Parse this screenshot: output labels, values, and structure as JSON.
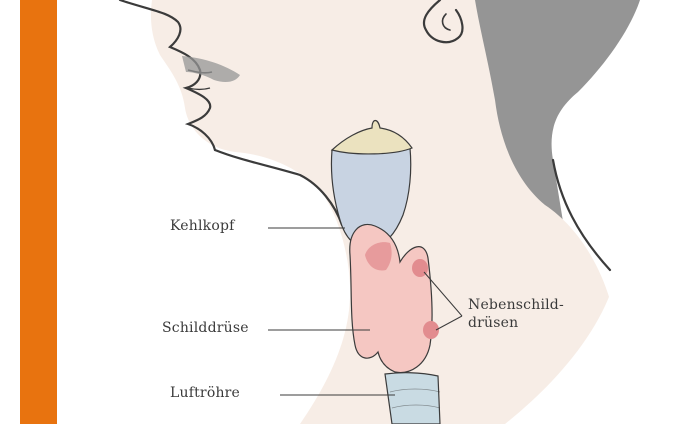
{
  "labels": {
    "larynx": "Kehlkopf",
    "thyroid": "Schilddrüse",
    "trachea": "Luftröhre",
    "parathyroid_line1": "Nebenschild-",
    "parathyroid_line2": "drüsen"
  },
  "colors": {
    "accent_bar": "#e8730f",
    "skin": "#f7ede6",
    "hair": "#959595",
    "outline": "#3b3b3b",
    "larynx": "#c8d3e2",
    "thyroid": "#f5c7c2",
    "parathyroid": "#e28c8f",
    "cartilage": "#ebe2bf",
    "trachea": "#c9dbe3"
  }
}
